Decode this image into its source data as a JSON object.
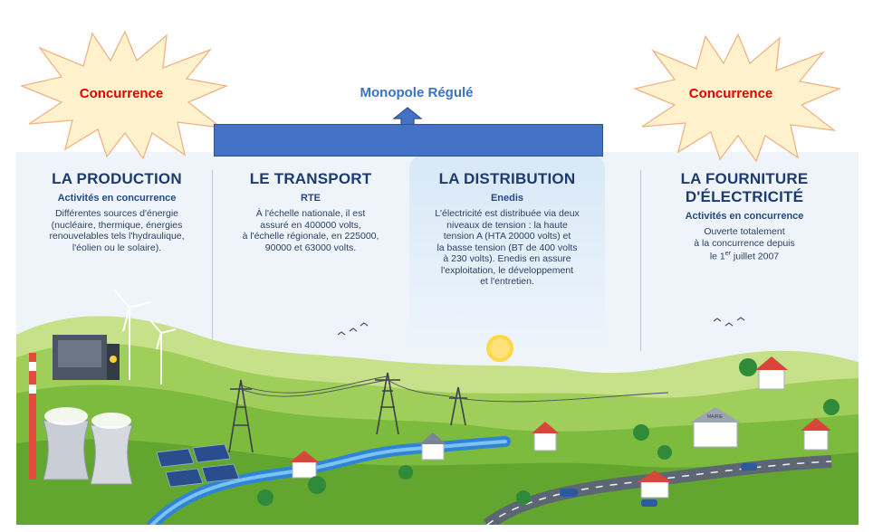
{
  "header": {
    "left_star_label": "Concurrence",
    "right_star_label": "Concurrence",
    "monopole_label": "Monopole Régulé"
  },
  "columns": {
    "production": {
      "title": "LA PRODUCTION",
      "subtitle": "Activités en concurrence",
      "lines": [
        "Différentes sources d'énergie",
        "(nucléaire, thermique, énergies",
        "renouvelables tels l'hydraulique,",
        "l'éolien ou le solaire)."
      ]
    },
    "transport": {
      "title": "LE TRANSPORT",
      "subtitle": "RTE",
      "lines": [
        "À l'échelle nationale, il est",
        "assuré en 400000 volts,",
        "à l'échelle régionale, en 225000,",
        "90000 et 63000 volts."
      ]
    },
    "distribution": {
      "title": "LA DISTRIBUTION",
      "subtitle": "Enedis",
      "lines": [
        "L'électricité est distribuée via deux",
        "niveaux de tension : la haute",
        "tension A (HTA 20000 volts) et",
        "la basse tension (BT de 400 volts",
        "à 230 volts). Enedis en assure",
        "l'exploitation, le développement",
        "et l'entretien."
      ]
    },
    "fourniture": {
      "title_line1": "LA FOURNITURE",
      "title_line2": "D'ÉLECTRICITÉ",
      "subtitle": "Activités en concurrence",
      "lines": [
        "Ouverte totalement",
        "à la concurrence depuis"
      ],
      "date_prefix": "le 1",
      "date_sup": "er",
      "date_suffix": " juillet 2007"
    }
  },
  "scene": {
    "mairie_sign": "MAIRIE"
  },
  "colors": {
    "monopole_bar": "#4472c4",
    "monopole_text": "#3a72c4",
    "star_fill": "#fff2cc",
    "star_stroke": "#f4b183",
    "star_text": "#e00000",
    "title_navy": "#1e3a6e"
  }
}
